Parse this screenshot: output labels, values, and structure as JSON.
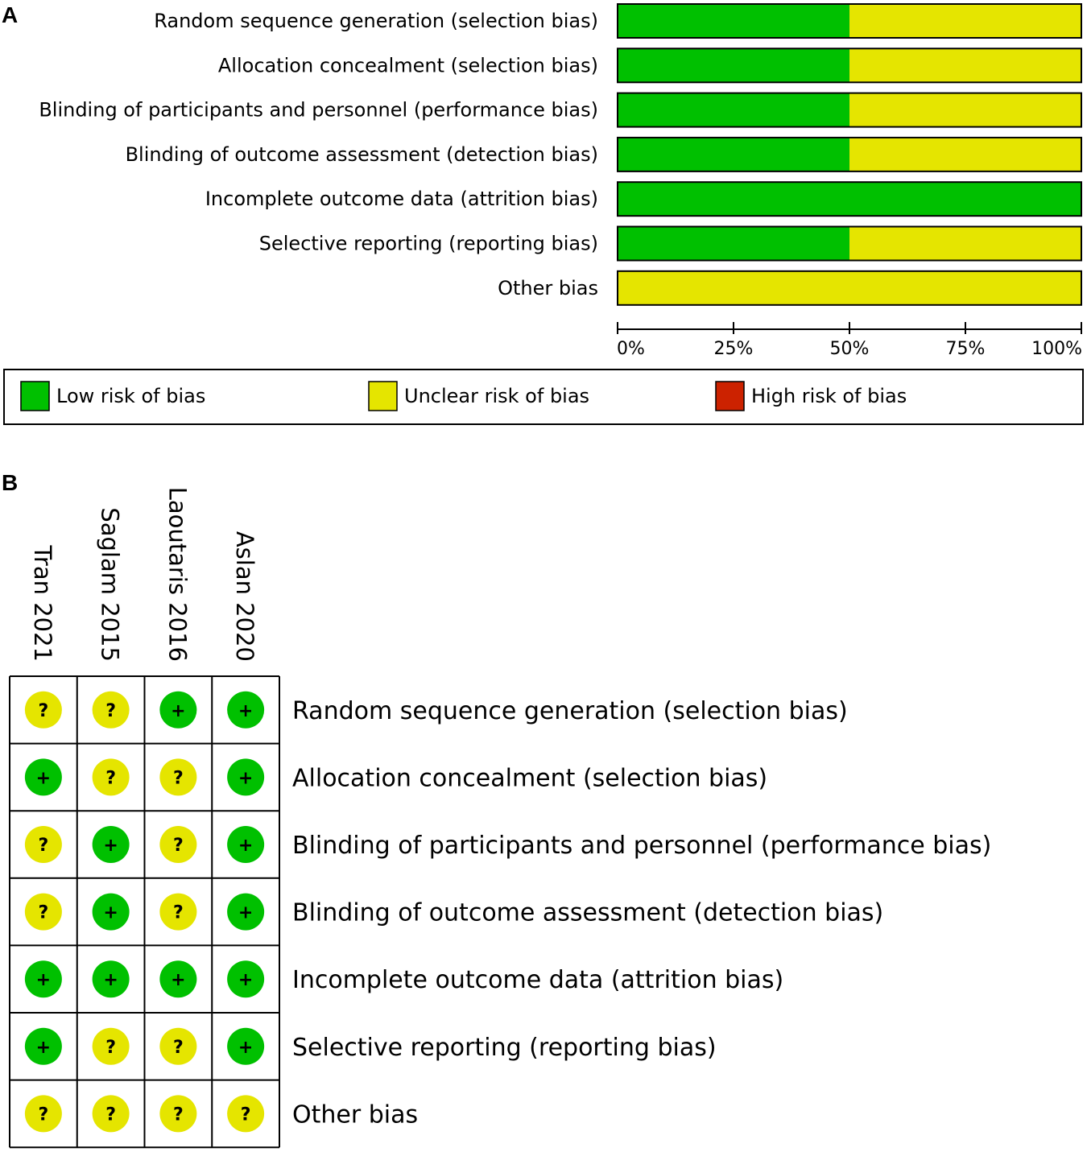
{
  "chart_data": [
    {
      "panel": "A",
      "type": "bar",
      "orientation": "horizontal",
      "stacked": true,
      "categories": [
        "Random sequence generation (selection bias)",
        "Allocation concealment (selection bias)",
        "Blinding of participants and personnel (performance bias)",
        "Blinding of outcome assessment (detection bias)",
        "Incomplete outcome data (attrition bias)",
        "Selective reporting (reporting bias)",
        "Other bias"
      ],
      "series": [
        {
          "name": "Low risk of bias",
          "color": "#00c000",
          "values": [
            50,
            50,
            50,
            50,
            100,
            50,
            0
          ]
        },
        {
          "name": "Unclear risk of bias",
          "color": "#e5e500",
          "values": [
            50,
            50,
            50,
            50,
            0,
            50,
            100
          ]
        },
        {
          "name": "High risk of bias",
          "color": "#cc2200",
          "values": [
            0,
            0,
            0,
            0,
            0,
            0,
            0
          ]
        }
      ],
      "xlim": [
        0,
        100
      ],
      "xticks": [
        "0%",
        "25%",
        "50%",
        "75%",
        "100%"
      ],
      "legend_position": "bottom",
      "grid": false
    },
    {
      "panel": "B",
      "type": "table",
      "studies": [
        "Tran 2021",
        "Saglam 2015",
        "Laoutaris 2016",
        "Aslan 2020"
      ],
      "domains": [
        "Random sequence generation (selection bias)",
        "Allocation concealment (selection bias)",
        "Blinding of participants and personnel (performance bias)",
        "Blinding of outcome assessment (detection bias)",
        "Incomplete outcome data (attrition bias)",
        "Selective reporting (reporting bias)",
        "Other bias"
      ],
      "judgements": [
        [
          "?",
          "?",
          "+",
          "+"
        ],
        [
          "+",
          "?",
          "?",
          "+"
        ],
        [
          "?",
          "+",
          "?",
          "+"
        ],
        [
          "?",
          "+",
          "?",
          "+"
        ],
        [
          "+",
          "+",
          "+",
          "+"
        ],
        [
          "+",
          "?",
          "?",
          "+"
        ],
        [
          "?",
          "?",
          "?",
          "?"
        ]
      ],
      "symbol_colors": {
        "+": "#00c000",
        "?": "#e5e500",
        "-": "#cc2200"
      }
    }
  ],
  "panel_labels": {
    "a": "A",
    "b": "B"
  },
  "legend_title": ""
}
